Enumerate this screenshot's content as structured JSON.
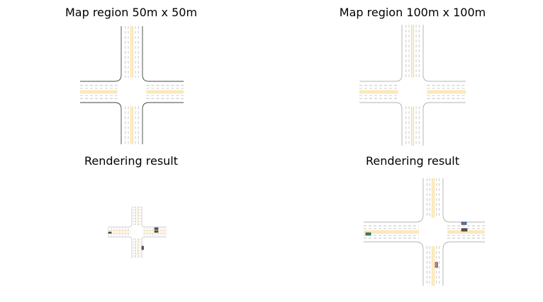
{
  "panels": [
    {
      "title": "Map region 50m x 50m"
    },
    {
      "title": "Map region 100m x 100m"
    },
    {
      "title": "Rendering result"
    },
    {
      "title": "Rendering result"
    }
  ],
  "colors": {
    "road_edge": "#444444",
    "road_edge_light": "#9a9a9a",
    "lane_divider": "#c8c8c8",
    "center_line": "#f2c14e",
    "vehicle_gray": "#555555",
    "vehicle_green": "#2e8b57",
    "vehicle_blue": "#4a7ab0",
    "vehicle_pink": "#c77fa8"
  }
}
